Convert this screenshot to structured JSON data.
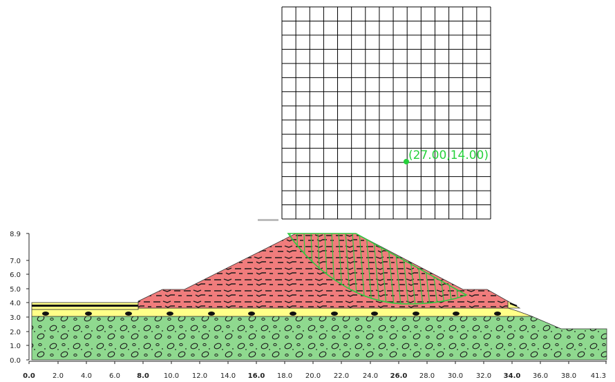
{
  "slope_view": {
    "x_axis": {
      "tick_labels": [
        "0.0",
        "2.0",
        "4.0",
        "6.0",
        "8.0",
        "10.0",
        "12.0",
        "14.0",
        "16.0",
        "18.0",
        "20.0",
        "22.0",
        "24.0",
        "26.0",
        "28.0",
        "30.0",
        "32.0",
        "34.0",
        "36.0",
        "38.0",
        "41.3"
      ],
      "bold_labels": [
        "0.0",
        "8.0",
        "16.0",
        "26.0",
        "34.0"
      ]
    },
    "y_axis": {
      "tick_labels": [
        "0.0",
        "1.0",
        "2.0",
        "3.0",
        "4.0",
        "5.0",
        "6.0",
        "7.0",
        "8.9"
      ]
    },
    "grid_center_label": "(27.00,14.00)",
    "grid_corner_label": "?? ?",
    "colors": {
      "foundation": "#8fd98f",
      "sand_layer": "#ffff88",
      "embankment": "#f07c7c",
      "slip_surface": "#30c840",
      "grid_line": "#000000",
      "center_marker": "#25d13b"
    }
  }
}
